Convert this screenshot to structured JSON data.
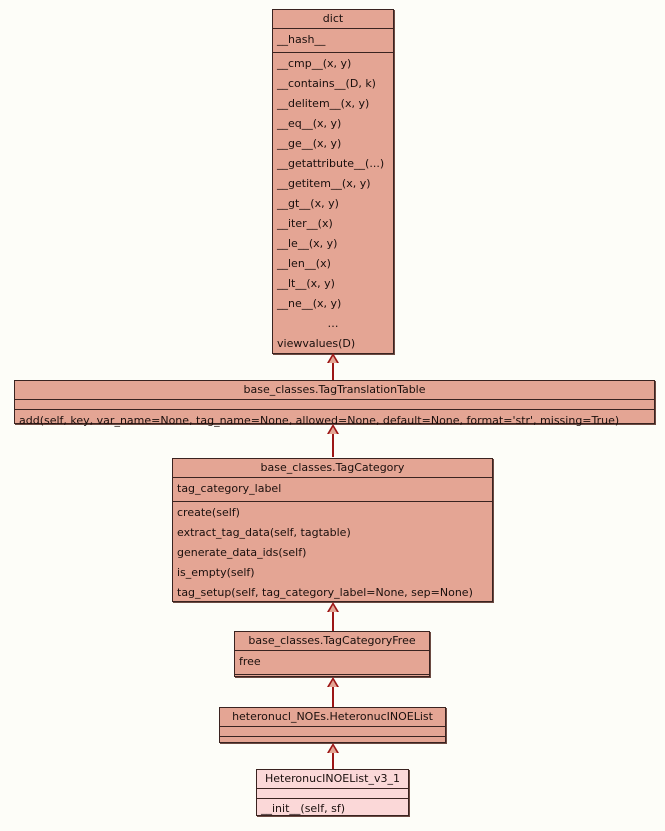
{
  "diagram": {
    "type": "uml-class-diagram",
    "background_color": "#fdfdf8",
    "box_fill_color": "#e4a594",
    "highlight_fill_color": "#fbd8d8",
    "border_color": "#3a2320",
    "edge_color": "#9c1616"
  },
  "classes": [
    {
      "id": "dict",
      "title": "dict",
      "attributes": [
        "__hash__"
      ],
      "methods": [
        "__cmp__(x, y)",
        "__contains__(D, k)",
        "__delitem__(x, y)",
        "__eq__(x, y)",
        "__ge__(x, y)",
        "__getattribute__(...)",
        "__getitem__(x, y)",
        "__gt__(x, y)",
        "__iter__(x)",
        "__le__(x, y)",
        "__len__(x)",
        "__lt__(x, y)",
        "__ne__(x, y)",
        "…",
        "viewvalues(D)"
      ]
    },
    {
      "id": "tagtranslationtable",
      "title": "base_classes.TagTranslationTable",
      "attributes": [],
      "methods": [
        "add(self, key, var_name=None, tag_name=None, allowed=None, default=None, format='str', missing=True)"
      ]
    },
    {
      "id": "tagcategory",
      "title": "base_classes.TagCategory",
      "attributes": [
        "tag_category_label"
      ],
      "methods": [
        "create(self)",
        "extract_tag_data(self, tagtable)",
        "generate_data_ids(self)",
        "is_empty(self)",
        "tag_setup(self, tag_category_label=None, sep=None)"
      ]
    },
    {
      "id": "tagcategoryfree",
      "title": "base_classes.TagCategoryFree",
      "attributes": [
        "free"
      ],
      "methods": []
    },
    {
      "id": "heteronucinoelist",
      "title": "heteronucl_NOEs.HeteronucINOEList",
      "attributes": [],
      "methods": []
    },
    {
      "id": "heteronucinoelist_v3_1",
      "title": "HeteronucINOEList_v3_1",
      "attributes": [],
      "methods": [
        "__init__(self, sf)"
      ],
      "highlighted": true
    }
  ],
  "relationships": [
    {
      "type": "inheritance",
      "child": "tagtranslationtable",
      "parent": "dict"
    },
    {
      "type": "inheritance",
      "child": "tagcategory",
      "parent": "tagtranslationtable"
    },
    {
      "type": "inheritance",
      "child": "tagcategoryfree",
      "parent": "tagcategory"
    },
    {
      "type": "inheritance",
      "child": "heteronucinoelist",
      "parent": "tagcategoryfree"
    },
    {
      "type": "inheritance",
      "child": "heteronucinoelist_v3_1",
      "parent": "heteronucinoelist"
    }
  ]
}
